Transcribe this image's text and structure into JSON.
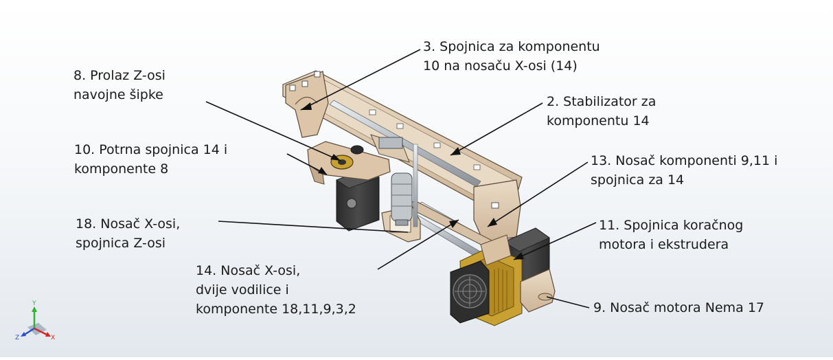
{
  "callouts": [
    {
      "id": "3",
      "text": "3. Spojnica za komponentu\n10 na nosaču X-osi (14)"
    },
    {
      "id": "8",
      "text": "8. Prolaz Z-osi\nnavojne šipke"
    },
    {
      "id": "2",
      "text": "2. Stabilizator za\nkomponentu 14"
    },
    {
      "id": "10",
      "text": "10. Potrna spojnica 14 i\nkomponente 8"
    },
    {
      "id": "13",
      "text": "13. Nosač komponenti 9,11 i\nspojnica za 14"
    },
    {
      "id": "18",
      "text": "18. Nosač X-osi,\nspojnica Z-osi"
    },
    {
      "id": "11",
      "text": "11. Spojnica koračnog\nmotora i ekstrudera"
    },
    {
      "id": "14",
      "text": "14. Nosač X-osi,\ndvije vodilice i\nkomponente 18,11,9,3,2"
    },
    {
      "id": "9",
      "text": "9. Nosač motora Nema 17"
    }
  ],
  "triad": {
    "y": "Y",
    "z": "Z",
    "x": "X"
  },
  "colors": {
    "wood": "#e2cdb3",
    "wood_dark": "#b79f84",
    "motor": "#3a3a3a",
    "metal": "#c9ced2",
    "brass": "#c9a032",
    "leader": "#111111"
  }
}
